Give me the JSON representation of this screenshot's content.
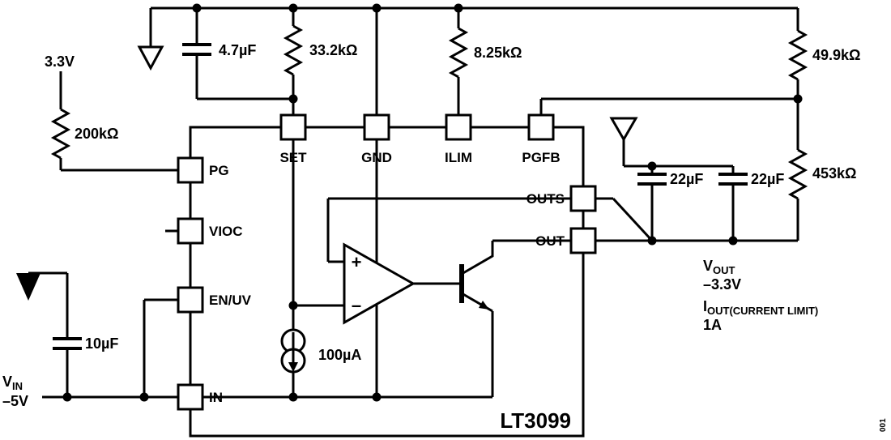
{
  "schematic": {
    "chip": {
      "name": "LT3099"
    },
    "pins": {
      "set": "SET",
      "gnd": "GND",
      "ilim": "ILIM",
      "pgfb": "PGFB",
      "pg": "PG",
      "vioc": "VIOC",
      "enuv": "EN/UV",
      "in": "IN",
      "outs": "OUTS",
      "out": "OUT"
    },
    "components": {
      "c_bypass": "4.7µF",
      "r_set": "33.2kΩ",
      "r_ilim": "8.25kΩ",
      "r_fb_top": "49.9kΩ",
      "r_fb_bottom": "453kΩ",
      "c_out_a": "22µF",
      "c_out_b": "22µF",
      "c_in": "10µF",
      "r_pg_pullup": "200kΩ",
      "i_set": "100µA"
    },
    "labels": {
      "rail_3v3": "3.3V",
      "vin": {
        "main": "V",
        "sub": "IN",
        "value": "–5V"
      },
      "vout": {
        "main": "V",
        "sub": "OUT",
        "value": "–3.3V"
      },
      "iout": {
        "main": "I",
        "sub": "OUT(CURRENT LIMIT)",
        "value": "1A"
      },
      "opamp_plus": "+",
      "opamp_minus": "–",
      "corner_note": "001"
    }
  }
}
